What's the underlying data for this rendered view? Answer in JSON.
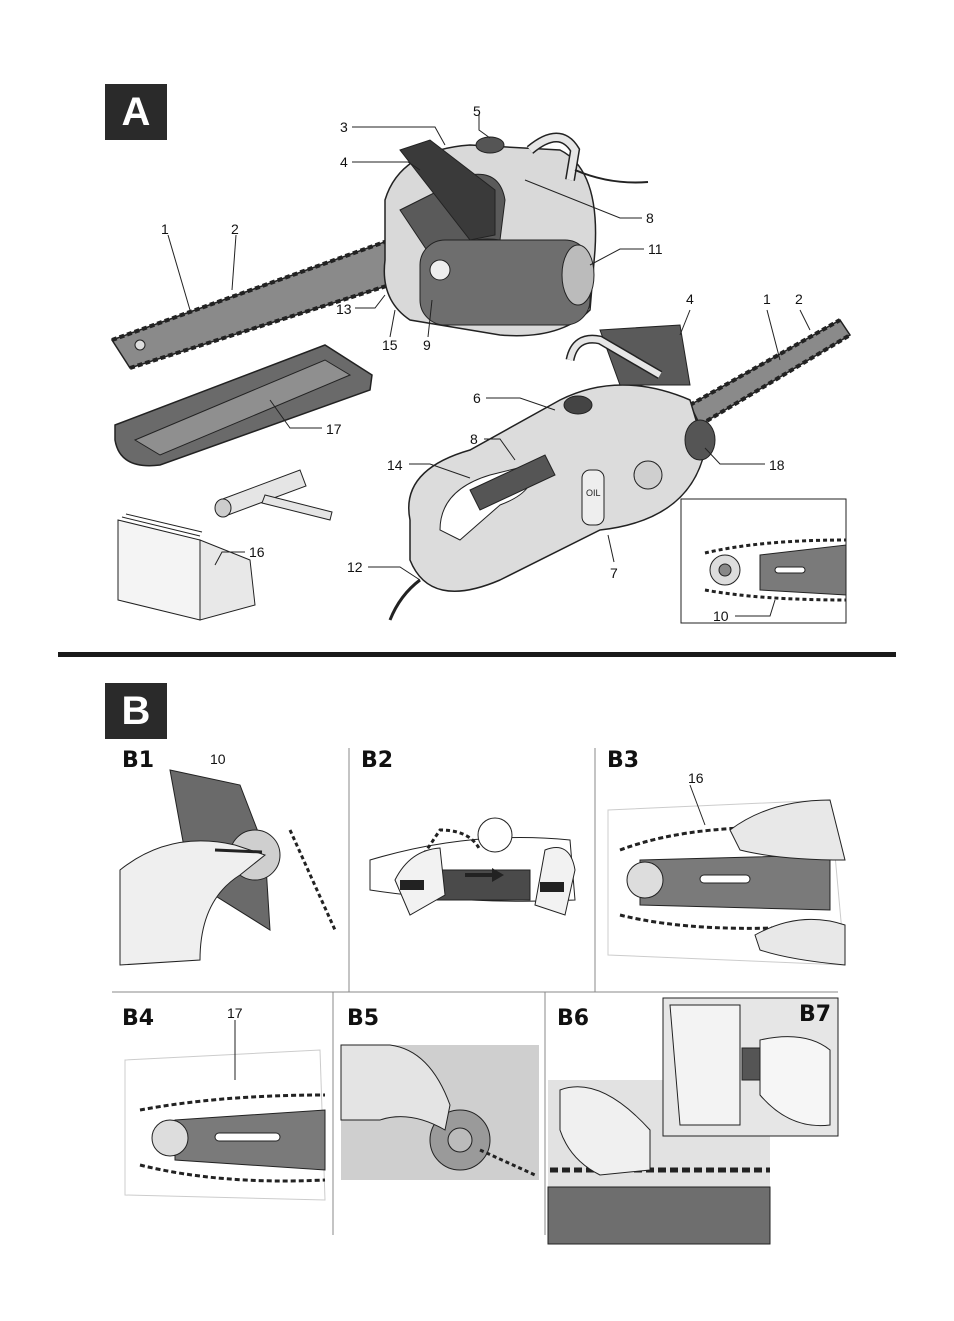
{
  "sections": {
    "a": {
      "label": "A"
    },
    "b": {
      "label": "B"
    }
  },
  "figure_a": {
    "callouts": [
      "1",
      "2",
      "3",
      "4",
      "5",
      "8",
      "11",
      "13",
      "15",
      "9",
      "17",
      "16",
      "12",
      "6",
      "14",
      "7",
      "18",
      "10",
      "4",
      "1",
      "2"
    ]
  },
  "figure_b": {
    "panels": [
      {
        "label": "B1",
        "callout": "10"
      },
      {
        "label": "B2"
      },
      {
        "label": "B3",
        "callout": "16"
      },
      {
        "label": "B4",
        "callout": "17"
      },
      {
        "label": "B5"
      },
      {
        "label": "B6"
      },
      {
        "label": "B7"
      }
    ],
    "oil_mark": "OIL"
  },
  "colors": {
    "dark": "#2a2a2a",
    "mid": "#7a7a7a",
    "light": "#d8d8d8",
    "panel_bg": "#e6e6e6"
  }
}
